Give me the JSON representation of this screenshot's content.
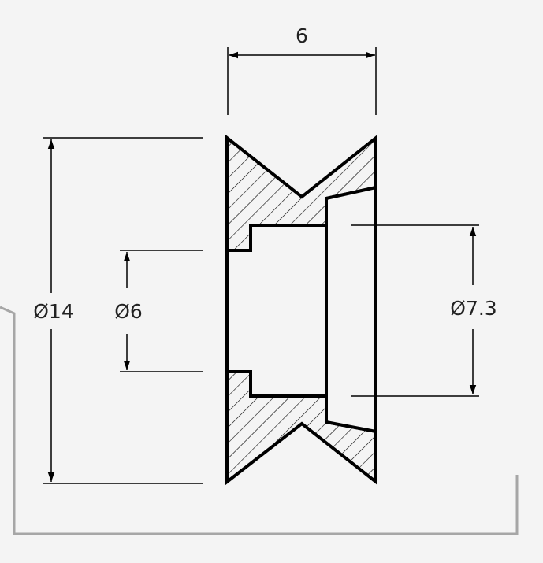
{
  "drawing": {
    "dims": {
      "width": "6",
      "outer_diameter": "Ø14",
      "bore_diameter": "Ø6",
      "counterbore_diameter": "Ø7.3"
    },
    "colors": {
      "background": "#f4f4f4",
      "line": "#000000",
      "frame": "#a6a6a6"
    }
  }
}
